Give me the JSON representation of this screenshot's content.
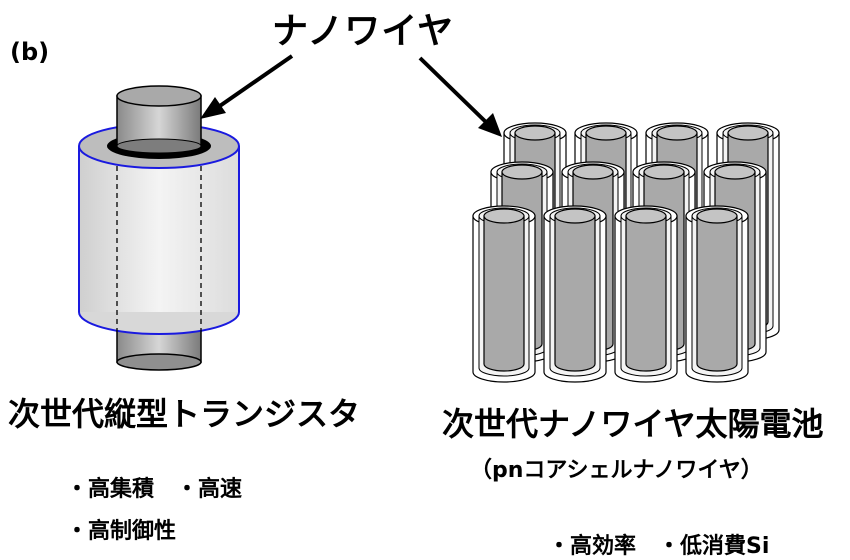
{
  "panel_label": "(b)",
  "nanowire_label": "ナノワイヤ",
  "left": {
    "title": "次世代縦型トランジスタ",
    "bullet_1": "・高集積　・高速",
    "bullet_2": "・高制御性"
  },
  "right": {
    "title": "次世代ナノワイヤ太陽電池",
    "subtitle": "（pnコアシェルナノワイヤ）",
    "bullet_1": "・高効率　・低消費Si"
  },
  "colors": {
    "shell_outline": "#1a1adf",
    "core_gray": "#a9a9a9",
    "shell_light": "#e6e6e6"
  }
}
